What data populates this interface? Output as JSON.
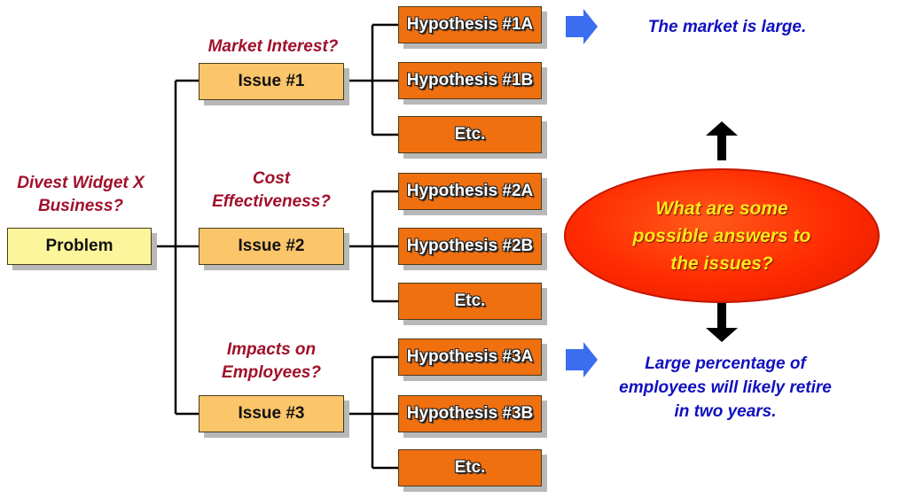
{
  "problem": {
    "question": "Divest Widget X Business?",
    "label": "Problem"
  },
  "issues": [
    {
      "question": "Market Interest?",
      "label": "Issue #1",
      "hypotheses": [
        "Hypothesis #1A",
        "Hypothesis #1B",
        "Etc."
      ]
    },
    {
      "question": "Cost Effectiveness?",
      "label": "Issue #2",
      "hypotheses": [
        "Hypothesis #2A",
        "Hypothesis #2B",
        "Etc."
      ]
    },
    {
      "question": "Impacts on Employees?",
      "label": "Issue #3",
      "hypotheses": [
        "Hypothesis #3A",
        "Hypothesis #3B",
        "Etc."
      ]
    }
  ],
  "callout": "What are some possible answers to the issues?",
  "answers": {
    "top": "The market is large.",
    "bottom": "Large percentage of employees will likely retire in two years."
  },
  "colors": {
    "problem_fill": "#fdf59c",
    "issue_fill": "#fbc56a",
    "hypothesis_fill": "#f07010",
    "question_text": "#a0102a",
    "answer_text": "#1010c0",
    "callout_fill": "#ff2a00",
    "callout_text": "#ffe81a",
    "arrow_blue": "#3a6df0"
  }
}
